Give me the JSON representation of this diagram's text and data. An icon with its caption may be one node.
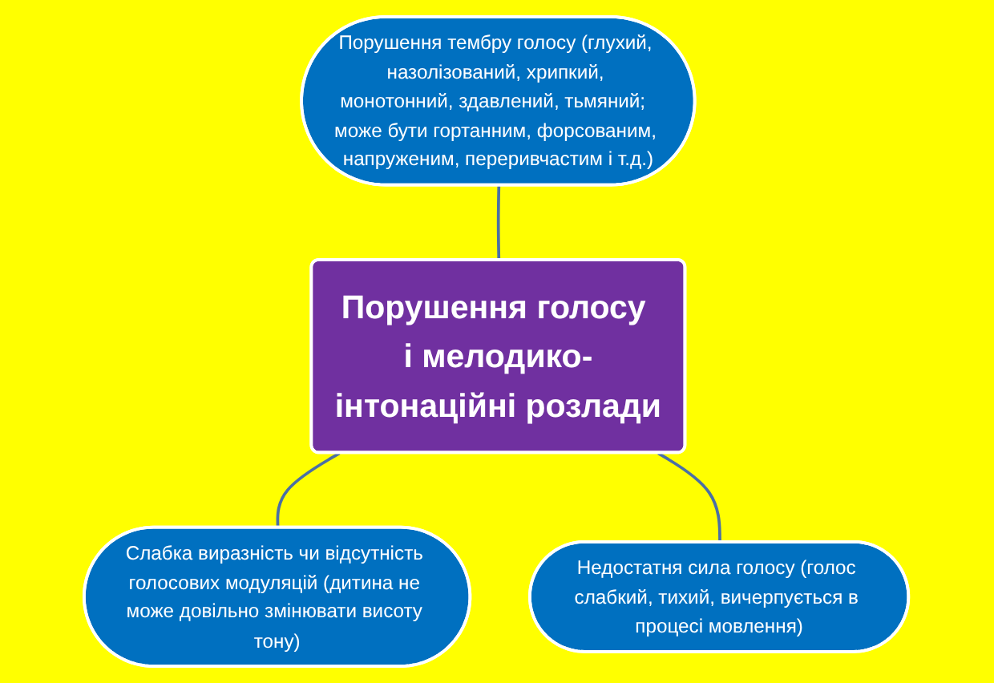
{
  "diagram": {
    "nodes": [
      {
        "text": [
          "Порушення тембру голосу (глухий, назолізований, хрипкий, монотонний, здавлений, тьмяний;  може бути гортанним, форсованим, напруженим, переривчастим і т.д.)"
        ]
      },
      {
        "text": [
          "Порушення голосу і мелодико-інтонаційні розлади"
        ]
      },
      {
        "text": [
          "Слабка виразність чи відсутність голосових модуляцій (дитина не може довільно змінювати висоту тону)"
        ]
      },
      {
        "text": [
          "Недостатня сила голосу (голос слабкий, тихий, вичерпується в процесі мовлення)"
        ]
      }
    ],
    "edges": [
      {
        "from": 0,
        "to": 1,
        "arrow": "none"
      },
      {
        "from": 1,
        "to": 2,
        "arrow": "none"
      },
      {
        "from": 1,
        "to": 3,
        "arrow": "none"
      }
    ]
  }
}
